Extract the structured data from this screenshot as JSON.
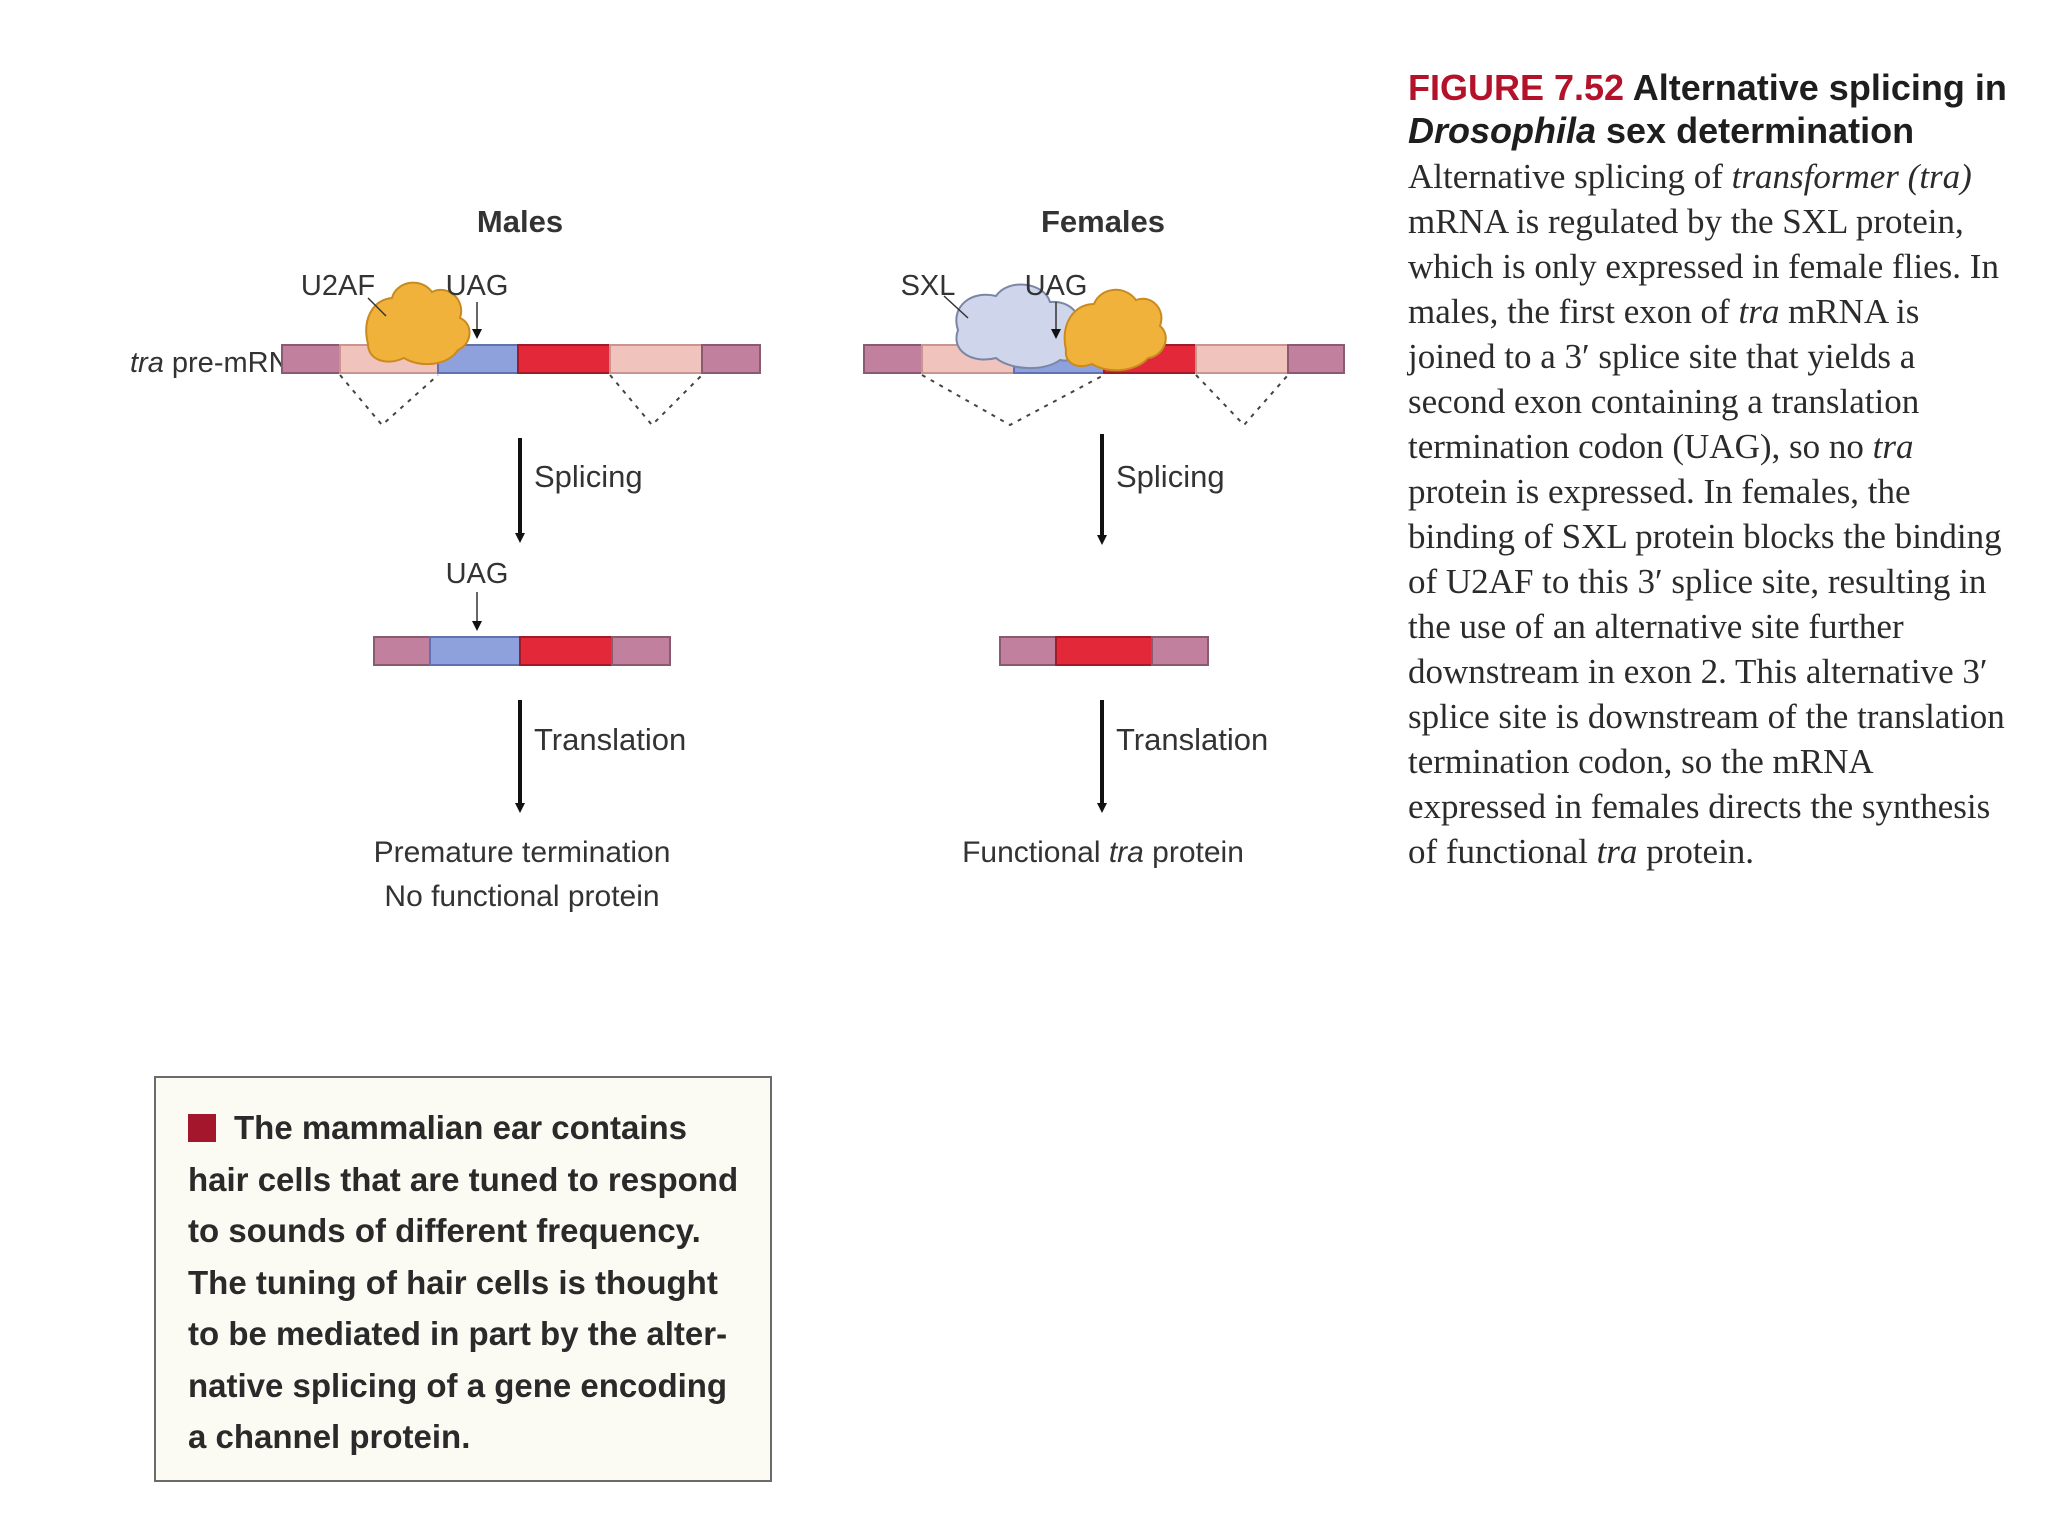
{
  "diagram": {
    "males": {
      "title": "Males",
      "u2af_label": "U2AF",
      "uag_label": "UAG",
      "splicing_label": "Splicing",
      "uag_label_mrna": "UAG",
      "translation_label": "Translation",
      "outcome_line1": "Premature termination",
      "outcome_line2": "No functional protein"
    },
    "females": {
      "title": "Females",
      "sxl_label": "SXL",
      "uag_label": "UAG",
      "splicing_label": "Splicing",
      "translation_label": "Translation",
      "outcome_pre": "Functional ",
      "outcome_em": "tra",
      "outcome_post": " protein"
    },
    "pre_mrna_label_em": "tra",
    "pre_mrna_label_rest": " pre-mRNA",
    "colors": {
      "exon_end": "#c0809e",
      "intron": "#f0c4bd",
      "exon_blue": "#8fa1dc",
      "exon_red": "#e3283a",
      "u2af": "#f1b23c",
      "sxl": "#cfd6ec"
    }
  },
  "caption": {
    "figure_number": "FIGURE 7.52",
    "title_part1": " Alternative splicing in ",
    "title_em": "Drosophila",
    "title_part2": " sex determination",
    "body": [
      {
        "t": "Alternative splicing of "
      },
      {
        "t": "transformer (tra)",
        "em": true
      },
      {
        "t": " mRNA is regulated by the SXL protein, which is only expressed in female flies. In males, the first exon of "
      },
      {
        "t": "tra",
        "em": true
      },
      {
        "t": " mRNA is joined to a 3′ splice site that yields a second exon containing a translation termination codon (UAG), so no "
      },
      {
        "t": "tra",
        "em": true
      },
      {
        "t": " protein is expressed. In females, the binding of SXL protein blocks the binding of U2AF to this 3′ splice site, resulting in the use of an alternative site further downstream in exon 2. This alternative 3′ splice site is downstream of the translation termination codon, so the mRNA expressed in females directs the synthesis of functional "
      },
      {
        "t": "tra",
        "em": true
      },
      {
        "t": " protein."
      }
    ]
  },
  "note": {
    "text": "The mammalian ear contains hair cells that are tuned to respond to sounds of different frequency. The tuning of hair cells is thought to be mediated in part by the alter-native splicing of a gene encoding a channel protein.",
    "lines": [
      "The mammalian ear contains",
      "hair cells that are tuned to respond",
      "to sounds of different frequency.",
      "The tuning of hair cells is thought",
      "to be mediated in part by the alter-",
      "native splicing of a gene encoding",
      "a channel protein."
    ],
    "square_color": "#a3162b"
  }
}
